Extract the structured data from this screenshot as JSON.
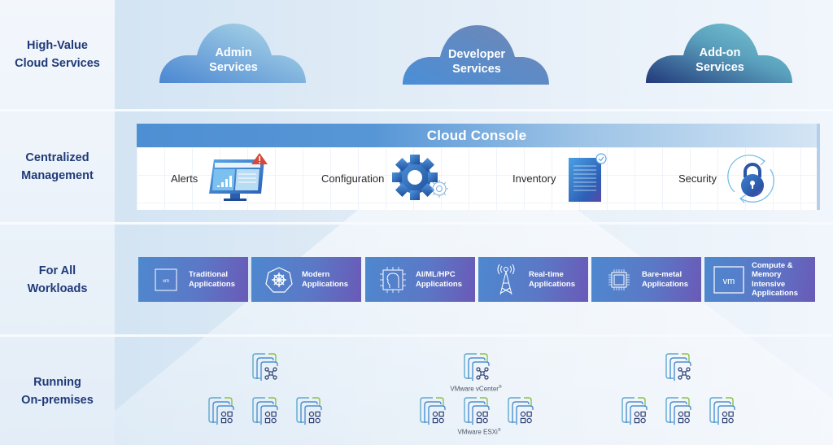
{
  "rows": [
    {
      "id": "high-value",
      "label_line1": "High-Value",
      "label_line2": "Cloud Services"
    },
    {
      "id": "centralized",
      "label_line1": "Centralized",
      "label_line2": "Management"
    },
    {
      "id": "workloads",
      "label_line1": "For All",
      "label_line2": "Workloads"
    },
    {
      "id": "on-prem",
      "label_line1": "Running",
      "label_line2": "On-premises"
    }
  ],
  "clouds": [
    {
      "line1": "Admin",
      "line2": "Services",
      "color_from": "#4b87d2",
      "color_to": "#a9d6e6"
    },
    {
      "line1": "Developer",
      "line2": "Services",
      "color_from": "#4a8ed7",
      "color_to": "#6e89b8"
    },
    {
      "line1": "Add-on",
      "line2": "Services",
      "color_from": "#24407f",
      "color_to": "#73c3d2"
    }
  ],
  "console": {
    "title": "Cloud Console",
    "items": [
      {
        "label": "Alerts",
        "icon": "monitor-alert-icon"
      },
      {
        "label": "Configuration",
        "icon": "gear-icon"
      },
      {
        "label": "Inventory",
        "icon": "document-check-icon"
      },
      {
        "label": "Security",
        "icon": "lock-refresh-icon"
      }
    ]
  },
  "workloads": [
    {
      "line1": "Traditional",
      "line2": "Applications",
      "icon": "vm-icon"
    },
    {
      "line1": "Modern",
      "line2": "Applications",
      "icon": "kubernetes-icon"
    },
    {
      "line1": "AI/ML/HPC",
      "line2": "Applications",
      "icon": "ai-chip-head-icon"
    },
    {
      "line1": "Real-time",
      "line2": "Applications",
      "icon": "antenna-tower-icon"
    },
    {
      "line1": "Bare-metal",
      "line2": "Applications",
      "icon": "cpu-chip-icon"
    },
    {
      "line1": "Compute &",
      "line2": "Memory",
      "line3": "Intensive",
      "line4": "Applications",
      "icon": "vm-icon"
    }
  ],
  "infrastructure": {
    "vcenter_label": "VMware vCenter",
    "esxi_label": "VMware ESXi",
    "trademark": "®",
    "clusters": 3,
    "hosts_per_cluster": 3
  },
  "colors": {
    "label_text": "#1f3a78",
    "workload_from": "#4e88cf",
    "workload_to": "#6a5ab8",
    "icon_navy": "#2d3f73"
  }
}
